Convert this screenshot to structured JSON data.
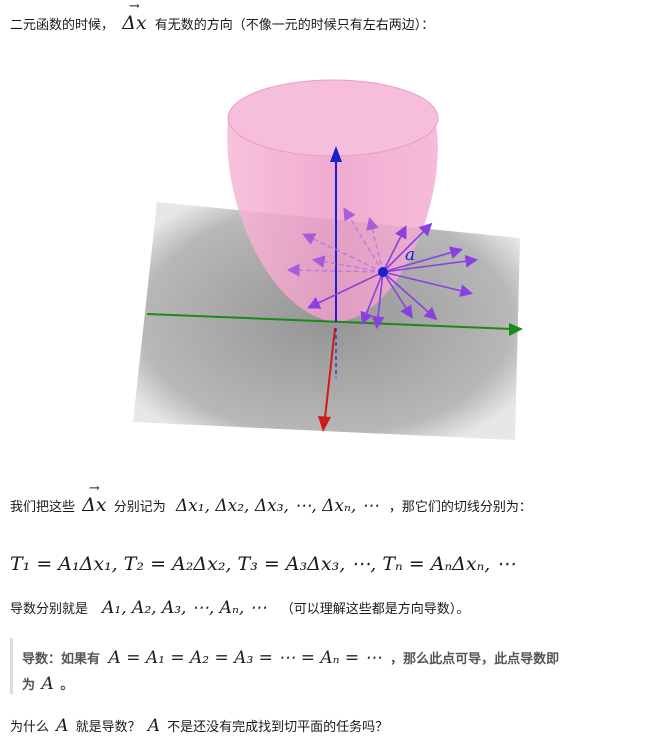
{
  "line1": {
    "prefix": "二元函数的时候，",
    "delta_x": "Δx",
    "suffix": "有无数的方向（不像一元的时候只有左右两边）："
  },
  "figure": {
    "point_label": "a",
    "colors": {
      "surface": "#f1a4cc",
      "plane": "#a9a9a9",
      "x_axis": "#d11919",
      "y_axis": "#1a8a1a",
      "z_axis": "#1a22cc",
      "tangents": "#8a3fe0"
    }
  },
  "line2": {
    "prefix": "我们把这些",
    "delta_x": "Δx",
    "middle": "分别记为",
    "formula": "Δx₁, Δx₂, Δx₃, ⋯, Δxₙ, ⋯",
    "suffix": "，那它们的切线分别为："
  },
  "line3": {
    "formula": "T₁ = A₁Δx₁, T₂ = A₂Δx₂, T₃ = A₃Δx₃, ⋯, Tₙ = AₙΔxₙ, ⋯"
  },
  "line4": {
    "prefix": "导数分别就是",
    "formula": "A₁, A₂, A₃, ⋯, Aₙ, ⋯",
    "suffix": "（可以理解这些都是方向导数）。"
  },
  "note": {
    "prefix": "导数：如果有",
    "formula": "A = A₁ = A₂ = A₃ = ⋯ = Aₙ = ⋯",
    "middle": "，那么此点可导，此点导数即",
    "line2_prefix": "为",
    "line2_var": "A",
    "line2_suffix": "。"
  },
  "line5": {
    "prefix": "为什么",
    "var1": "A",
    "middle": "就是导数？",
    "var2": "A",
    "suffix": "不是还没有完成找到切平面的任务吗？"
  }
}
